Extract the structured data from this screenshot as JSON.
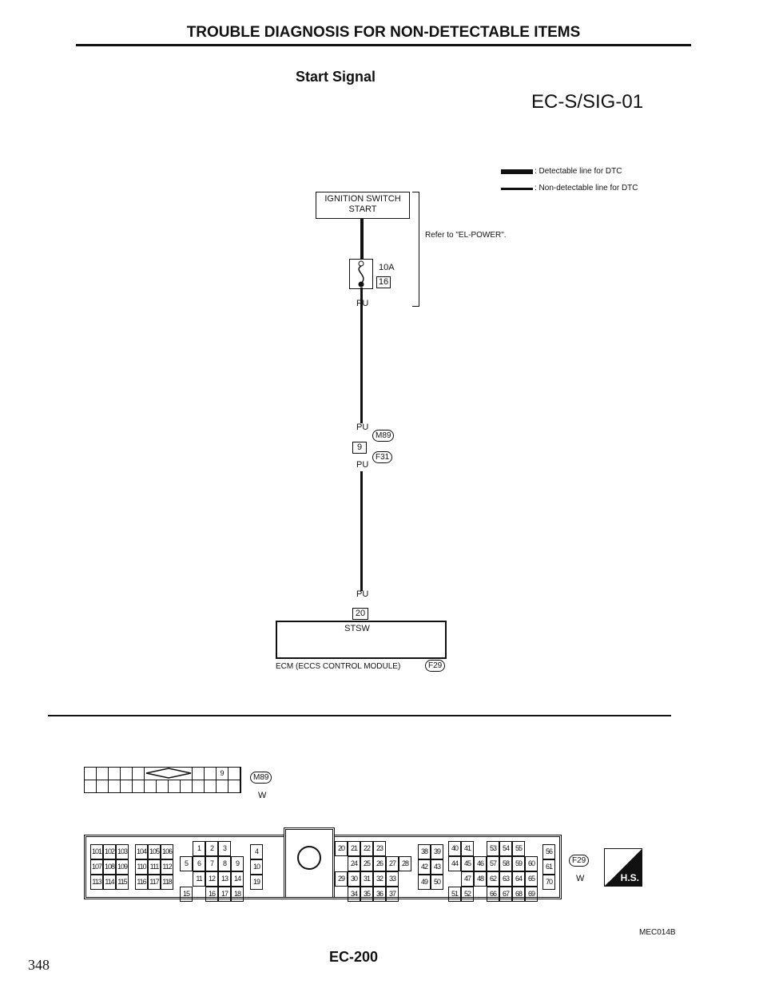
{
  "header": {
    "title": "TROUBLE DIAGNOSIS FOR NON-DETECTABLE ITEMS",
    "subtitle": "Start Signal",
    "code": "EC-S/SIG-01"
  },
  "legend": {
    "detectable": ": Detectable line for DTC",
    "non_detectable": ": Non-detectable line for DTC"
  },
  "diagram": {
    "ignition_switch": "IGNITION SWITCH",
    "ignition_start": "START",
    "refer": "Refer to \"EL-POWER\".",
    "fuse_rating": "10A",
    "fuse_number": "16",
    "wire_color_1": "PU",
    "wire_color_2": "PU",
    "wire_color_3": "PU",
    "wire_color_4": "PU",
    "joint_pin": "9",
    "joint_conn_top": "M89",
    "joint_conn_bottom": "F31",
    "ecm_pin": "20",
    "ecm_terminal": "STSW",
    "ecm_label": "ECM (ECCS CONTROL MODULE)",
    "ecm_conn": "F29"
  },
  "connectors": {
    "m89": {
      "id": "M89",
      "color": "W",
      "pin": "9"
    },
    "f29": {
      "id": "F29",
      "color": "W",
      "hs": "H.S.",
      "blocks": [
        [
          [
            101,
            102,
            103
          ],
          [
            107,
            108,
            109
          ],
          [
            113,
            114,
            115
          ]
        ],
        [
          [
            104,
            105,
            106
          ],
          [
            110,
            111,
            112
          ],
          [
            116,
            117,
            118
          ]
        ],
        [
          [
            null,
            1,
            2,
            3,
            null
          ],
          [
            5,
            6,
            7,
            8,
            9
          ],
          [
            null,
            11,
            12,
            13,
            14
          ],
          [
            15,
            null,
            16,
            17,
            18
          ]
        ],
        [
          [
            4
          ],
          [
            10
          ],
          [
            19
          ]
        ],
        [
          [
            20,
            21,
            22,
            23,
            null,
            null
          ],
          [
            null,
            24,
            25,
            26,
            27,
            28
          ],
          [
            29,
            30,
            31,
            32,
            33,
            null
          ],
          [
            null,
            34,
            35,
            36,
            37,
            null
          ]
        ],
        [
          [
            38,
            39
          ],
          [
            42,
            43
          ],
          [
            49,
            50
          ]
        ],
        [
          [
            40,
            41,
            null,
            53,
            54,
            55,
            null
          ],
          [
            44,
            45,
            46,
            57,
            58,
            59,
            60
          ],
          [
            null,
            47,
            48,
            62,
            63,
            64,
            65
          ],
          [
            51,
            52,
            null,
            66,
            67,
            68,
            69
          ]
        ],
        [
          [
            56
          ],
          [
            61
          ],
          [
            70
          ]
        ]
      ]
    }
  },
  "footer": {
    "figure_id": "MEC014B",
    "page_label": "EC-200",
    "page_number": "348"
  }
}
